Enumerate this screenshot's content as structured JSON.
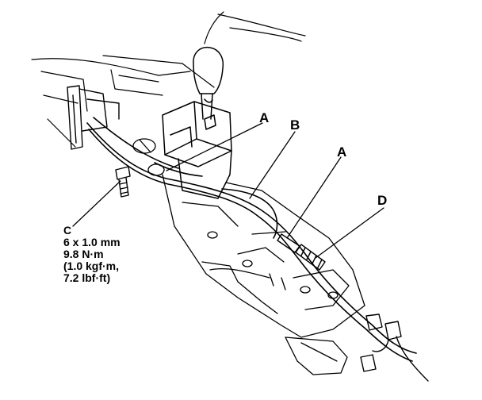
{
  "callouts": {
    "a_upper": "A",
    "b": "B",
    "a_lower": "A",
    "d": "D",
    "c": "C"
  },
  "bolt_spec": {
    "size": "6 x 1.0 mm",
    "torque_nm": "9.8 N·m",
    "torque_kgfm": "(1.0 kgf·m,",
    "torque_lbfft": "7.2 lbf·ft)"
  }
}
